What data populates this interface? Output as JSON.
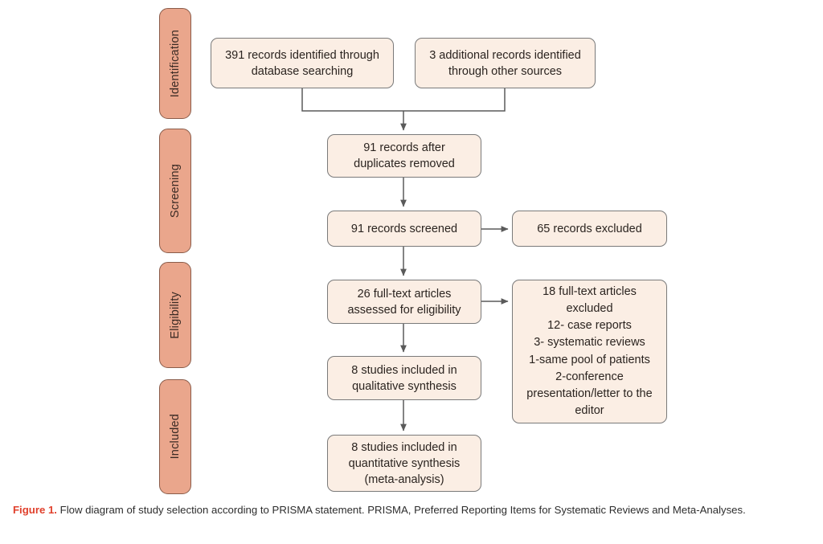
{
  "figure": {
    "type": "prisma-flow-diagram",
    "caption_label": "Figure 1.",
    "caption_text": "Flow diagram of study selection according to PRISMA statement. PRISMA, Preferred Reporting Items for Systematic Reviews and Meta-Analyses.",
    "colors": {
      "phase_bar_fill": "#eaa68c",
      "phase_bar_border": "#8a5c4a",
      "box_fill": "#fbeee4",
      "box_border": "#7a7a7a",
      "connector": "#5a5a5a",
      "caption_accent": "#e0402c",
      "text": "#2b2420",
      "background": "#ffffff"
    }
  },
  "phases": [
    {
      "id": "identification",
      "label": "Identification"
    },
    {
      "id": "screening",
      "label": "Screening"
    },
    {
      "id": "eligibility",
      "label": "Eligibility"
    },
    {
      "id": "included",
      "label": "Included"
    }
  ],
  "boxes": {
    "records_database": {
      "text": "391 records identified through\ndatabase searching",
      "count": 391,
      "phase": "identification"
    },
    "records_other_sources": {
      "text": "3 additional records identified\nthrough other sources",
      "count": 3,
      "phase": "identification"
    },
    "duplicates_removed": {
      "text": "91 records after\nduplicates removed",
      "count": 91,
      "phase": "screening"
    },
    "records_screened": {
      "text": "91 records screened",
      "count": 91,
      "phase": "screening"
    },
    "records_excluded": {
      "text": "65 records excluded",
      "count": 65,
      "phase": "screening"
    },
    "fulltext_assessed": {
      "text": "26 full-text articles\nassessed for eligibility",
      "count": 26,
      "phase": "eligibility"
    },
    "fulltext_excluded": {
      "text": "18 full-text articles\nexcluded\n12- case reports\n3- systematic reviews\n1-same pool of patients\n2-conference\npresentation/letter to the\neditor",
      "count": 18,
      "phase": "eligibility",
      "reasons": [
        {
          "count": 12,
          "label": "case reports"
        },
        {
          "count": 3,
          "label": "systematic reviews"
        },
        {
          "count": 1,
          "label": "same pool of patients"
        },
        {
          "count": 2,
          "label": "conference presentation/letter to the editor"
        }
      ]
    },
    "qualitative_synthesis": {
      "text": "8 studies included in\nqualitative synthesis",
      "count": 8,
      "phase": "included"
    },
    "quantitative_synthesis": {
      "text": "8 studies included in\nquantitative synthesis\n(meta-analysis)",
      "count": 8,
      "phase": "included"
    }
  }
}
